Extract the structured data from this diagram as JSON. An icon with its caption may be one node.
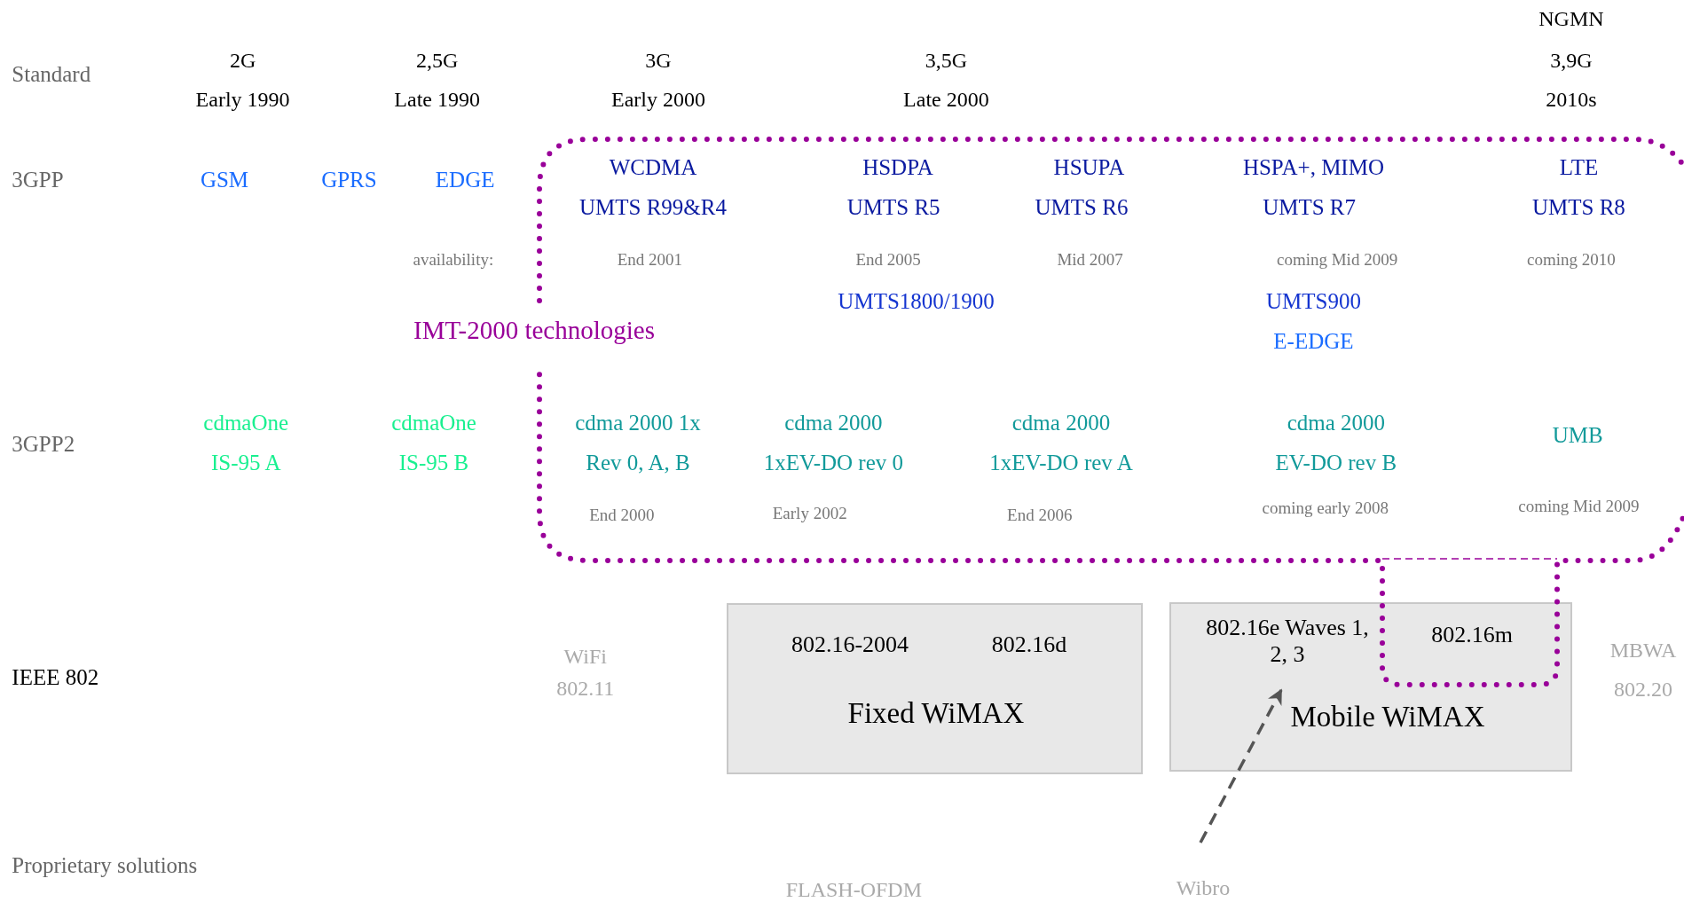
{
  "diagram": {
    "nodes": [
      {
        "text": [
          "IMT-2000 technologies"
        ]
      },
      {
        "text": [
          "802.16-2004",
          "802.16d",
          "Fixed WiMAX"
        ]
      },
      {
        "text": [
          "802.16e Waves 1, 2, 3",
          "802.16m",
          "Mobile WiMAX"
        ]
      },
      {
        "text": [
          "Wibro"
        ]
      }
    ],
    "edges": [
      {
        "from": 3,
        "to": 2,
        "arrow": "to",
        "style": "dashed"
      }
    ],
    "labels": [
      "Standard",
      "2G",
      "Early 1990",
      "2,5G",
      "Late 1990",
      "3G",
      "Early 2000",
      "3,5G",
      "Late 2000",
      "NGMN",
      "3,9G",
      "2010s",
      "3GPP",
      "GSM",
      "GPRS",
      "EDGE",
      "WCDMA",
      "UMTS R99&R4",
      "HSDPA",
      "UMTS R5",
      "HSUPA",
      "UMTS R6",
      "HSPA+, MIMO",
      "UMTS R7",
      "LTE",
      "UMTS R8",
      "availability:",
      "End 2001",
      "End 2005",
      "Mid 2007",
      "coming Mid 2009",
      "coming 2010",
      "UMTS1800/1900",
      "UMTS900",
      "E-EDGE",
      "3GPP2",
      "cdmaOne",
      "IS-95 A",
      "cdmaOne",
      "IS-95 B",
      "cdma 2000 1x",
      "Rev 0, A, B",
      "cdma 2000",
      "1xEV-DO rev 0",
      "cdma 2000",
      "1xEV-DO rev A",
      "cdma 2000",
      "EV-DO rev B",
      "UMB",
      "End 2000",
      "Early 2002",
      "End 2006",
      "coming early 2008",
      "coming Mid 2009",
      "IEEE 802",
      "WiFi",
      "802.11",
      "MBWA",
      "802.20",
      "Proprietary solutions",
      "FLASH-OFDM"
    ]
  }
}
